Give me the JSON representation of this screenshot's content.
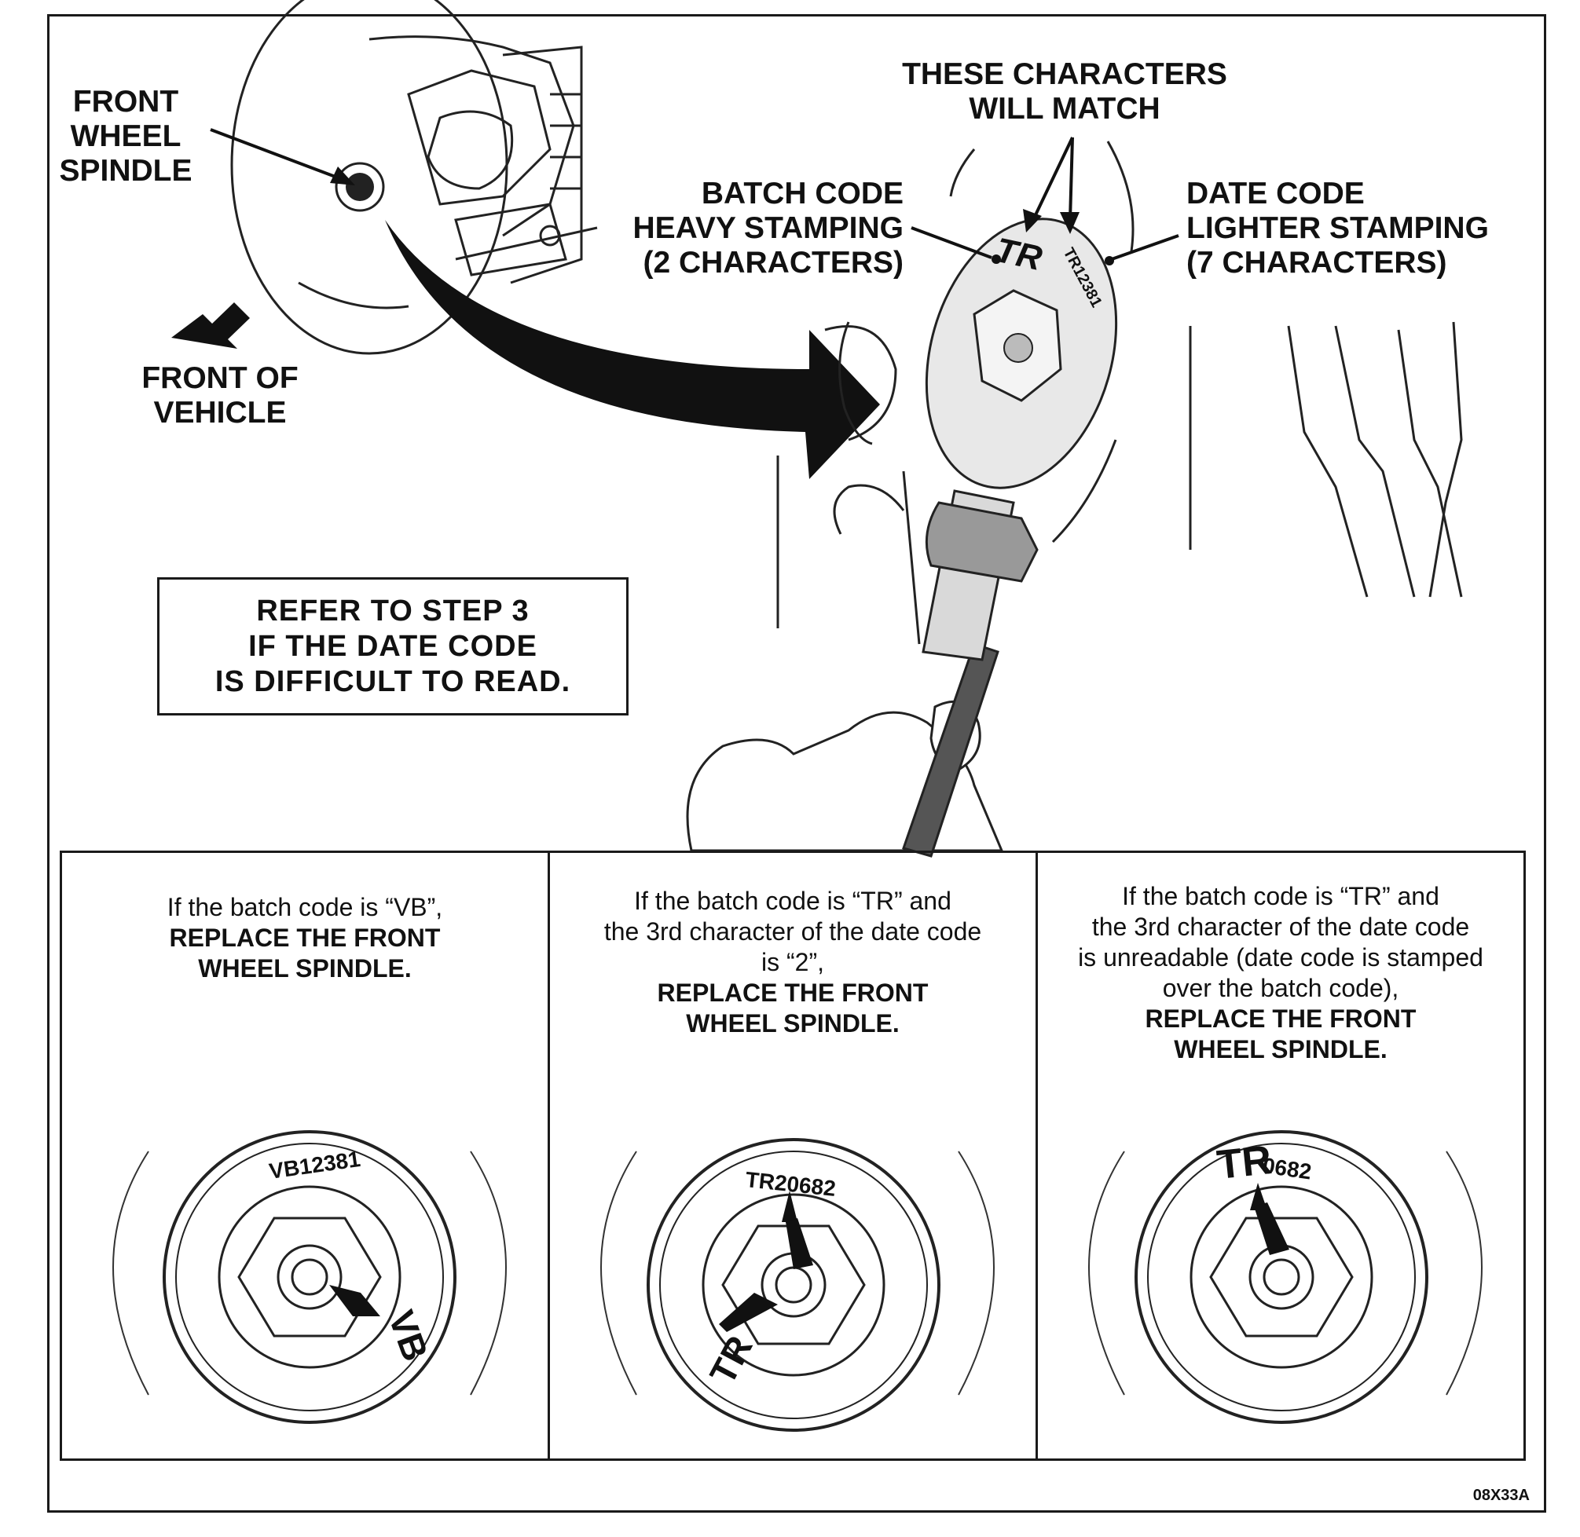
{
  "labels": {
    "front_wheel_spindle": "FRONT\nWHEEL\nSPINDLE",
    "front_of_vehicle": "FRONT OF\nVEHICLE",
    "these_characters": "THESE CHARACTERS\nWILL MATCH",
    "batch_code": "BATCH CODE\nHEAVY STAMPING\n(2 CHARACTERS)",
    "date_code": "DATE CODE\nLIGHTER STAMPING\n(7 CHARACTERS)"
  },
  "stamp_main": {
    "batch": "TR",
    "date": "TR12381"
  },
  "callout": "REFER TO STEP 3\nIF THE DATE CODE\nIS DIFFICULT TO READ.",
  "panels": [
    {
      "text": "If the batch code is “VB”,",
      "bold": "REPLACE THE FRONT\nWHEEL SPINDLE.",
      "date_code": "VB12381",
      "batch_code": "VB"
    },
    {
      "text": "If the batch code is “TR” and\nthe 3rd character of the date code\nis “2”,",
      "bold": "REPLACE THE FRONT\nWHEEL SPINDLE.",
      "date_code": "TR20682",
      "batch_code": "TR"
    },
    {
      "text": "If the batch code is “TR” and\nthe 3rd character of the date code\nis unreadable (date code is stamped\nover the batch code),",
      "bold": "REPLACE THE FRONT\nWHEEL SPINDLE.",
      "date_code": "0682",
      "batch_code": "TR"
    }
  ],
  "figure_id": "08X33A"
}
